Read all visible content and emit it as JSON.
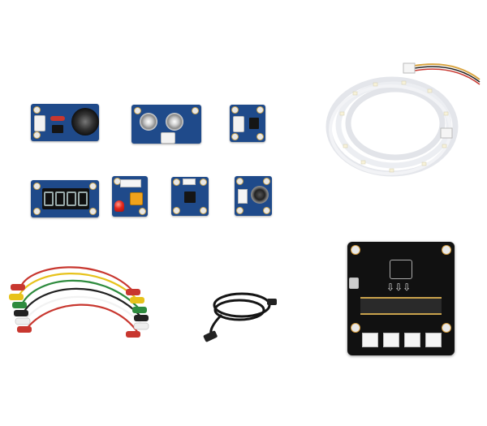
{
  "scene": {
    "background_color": "#ffffff",
    "module_color": "#1f4a8a",
    "items": [
      {
        "name": "buzzer-module",
        "icon": "speaker-icon"
      },
      {
        "name": "ultrasonic-ranger-module",
        "icon": "ultrasonic-sensor-icon"
      },
      {
        "name": "sensor-module",
        "icon": "chip-icon"
      },
      {
        "name": "four-digit-display-module",
        "icon": "seven-segment-icon"
      },
      {
        "name": "led-module",
        "icon": "red-led-icon"
      },
      {
        "name": "gyro-module",
        "icon": "chip-icon"
      },
      {
        "name": "rotary-angle-sensor-module",
        "icon": "knob-icon"
      },
      {
        "name": "led-strip",
        "icon": "led-strip-coil-icon"
      },
      {
        "name": "alligator-clip-cables",
        "icon": "clip-cable-icon"
      },
      {
        "name": "micro-usb-cable",
        "icon": "usb-cable-icon"
      },
      {
        "name": "expansion-board",
        "icon": "breakout-board-icon"
      }
    ]
  }
}
